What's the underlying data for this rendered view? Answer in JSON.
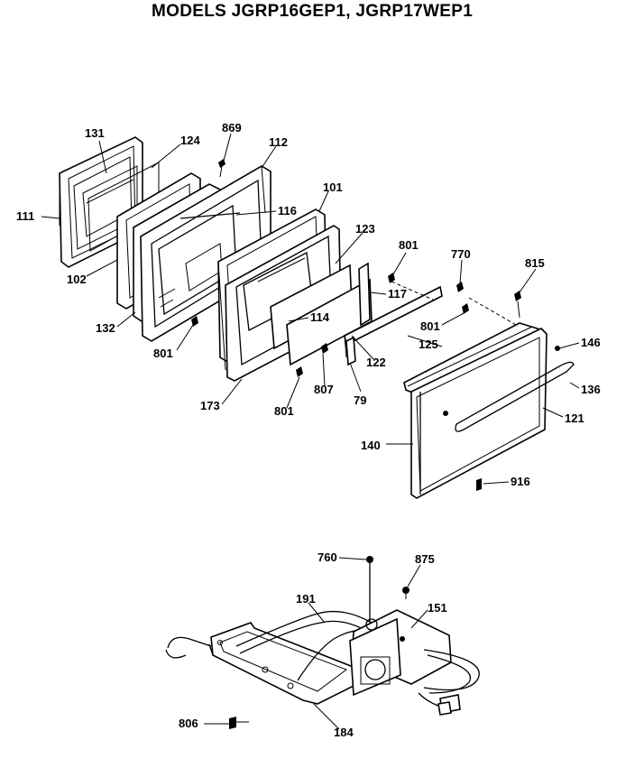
{
  "header": {
    "title": "MODELS JGRP16GEP1, JGRP17WEP1"
  },
  "callouts": {
    "p131": "131",
    "p124": "124",
    "p869": "869",
    "p112": "112",
    "p101": "101",
    "p111": "111",
    "p116": "116",
    "p123": "123",
    "p801a": "801",
    "p770": "770",
    "p815": "815",
    "p102": "102",
    "p117": "117",
    "p114": "114",
    "p132": "132",
    "p801b": "801",
    "p801c": "801",
    "p125": "125",
    "p146": "146",
    "p122": "122",
    "p136": "136",
    "p807": "807",
    "p79": "79",
    "p173": "173",
    "p801d": "801",
    "p121": "121",
    "p140": "140",
    "p916": "916",
    "p760": "760",
    "p875": "875",
    "p191": "191",
    "p151": "151",
    "p806": "806",
    "p184": "184"
  }
}
